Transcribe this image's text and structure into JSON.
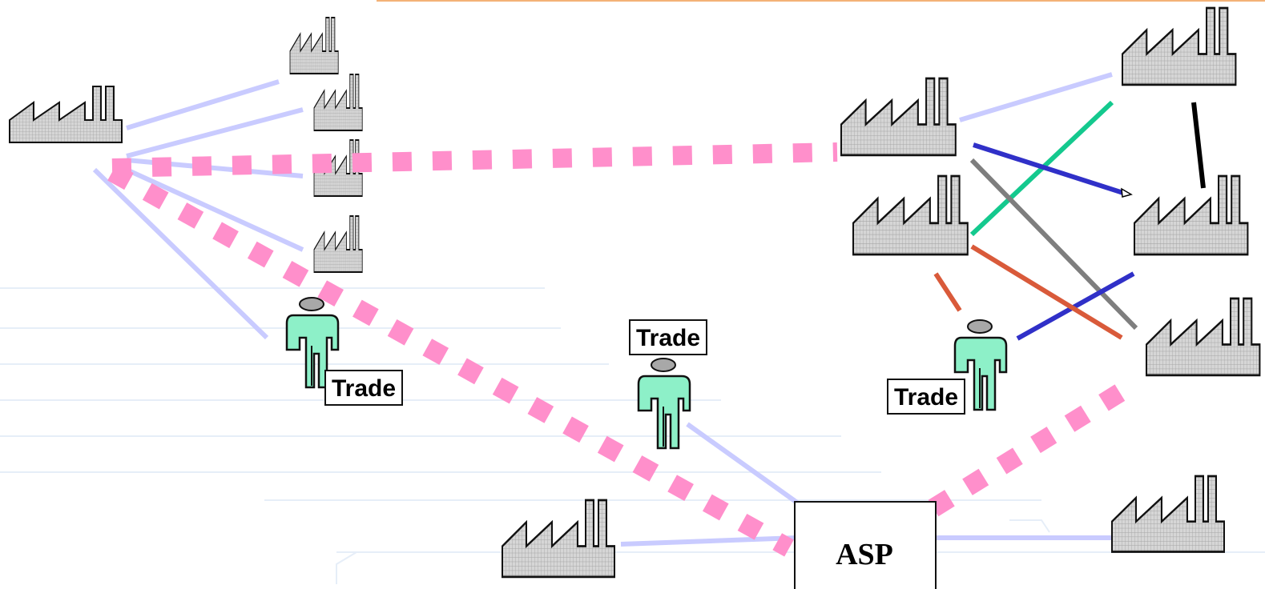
{
  "colors": {
    "top_rule": "#f4b277",
    "light_link": "#c9cbff",
    "pink_dash": "#ff8fcb",
    "factory_fill": "#d6d6d6",
    "factory_grid": "#9c9c9c",
    "person_fill": "#8df0c8",
    "teal_line": "#14c98e",
    "grey_line": "#7e7e7e",
    "blue_line": "#3030c8",
    "red_line": "#d95a3a",
    "black_line": "#000000"
  },
  "icons": {
    "factory": "factory-icon",
    "person": "person-icon"
  },
  "labels": {
    "trade_left": "Trade",
    "trade_center": "Trade",
    "trade_right": "Trade",
    "asp": "ASP"
  }
}
